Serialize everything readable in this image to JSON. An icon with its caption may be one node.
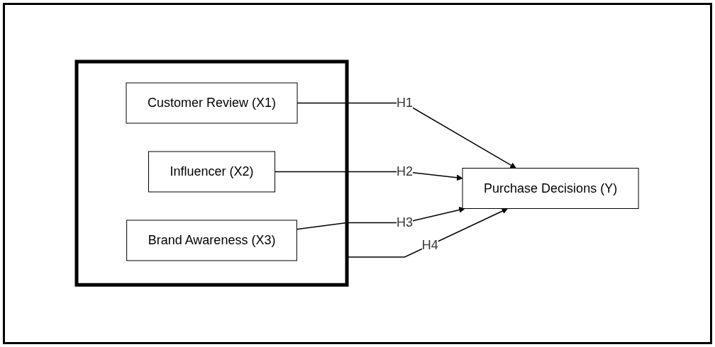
{
  "diagram": {
    "nodes": [
      {
        "text": [],
        "shape": "box"
      },
      {
        "text": [
          "Customer Review (X1)"
        ],
        "in": 0
      },
      {
        "text": [
          "Influencer (X2)"
        ],
        "in": 0
      },
      {
        "text": [
          "Brand Awareness (X3)"
        ],
        "in": 0
      },
      {
        "text": [
          "Purchase Decisions (Y)"
        ]
      }
    ],
    "edges": [
      {
        "from": 1,
        "to": 4,
        "arrow": "to",
        "label": "H1"
      },
      {
        "from": 2,
        "to": 4,
        "arrow": "to",
        "label": "H2"
      },
      {
        "from": 3,
        "to": 4,
        "arrow": "to",
        "label": "H3"
      },
      {
        "from": 0,
        "to": 4,
        "arrow": "to",
        "label": "H4"
      }
    ]
  }
}
